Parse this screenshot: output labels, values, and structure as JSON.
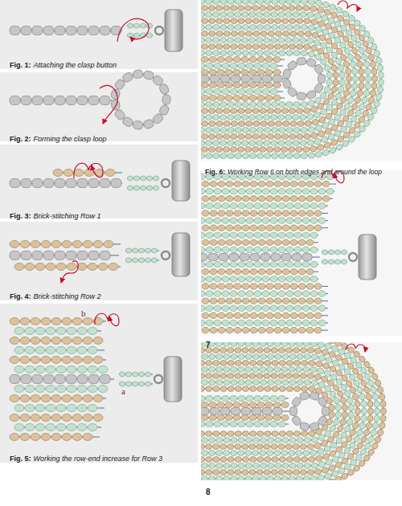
{
  "diagram": {
    "labels": [
      "Fig. 1:",
      "Attaching the clasp button",
      "Fig. 2:",
      "Forming the clasp loop",
      "Fig. 3:",
      "Brick-stitching Row 1",
      "Fig. 4:",
      "Brick-stitching Row 2",
      "b",
      "a",
      "Fig. 5:",
      "Working the row-end increase for Row 3",
      "Fig. 6:",
      "Working Row 6 on both edges and around the loop",
      "7",
      "8"
    ]
  }
}
